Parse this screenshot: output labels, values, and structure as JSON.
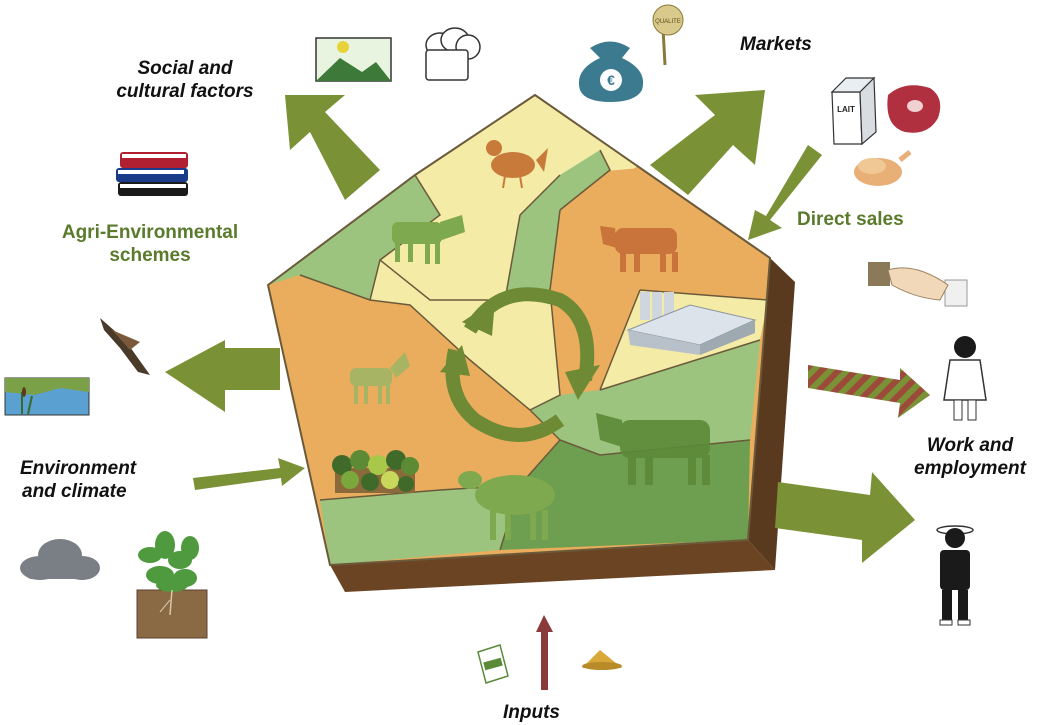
{
  "labels": {
    "social_line1": "Social and",
    "social_line2": "cultural factors",
    "markets": "Markets",
    "direct_sales": "Direct sales",
    "agri_line1": "Agri-Environmental",
    "agri_line2": "schemes",
    "env_line1": "Environment",
    "env_line2": "and climate",
    "work_line1": "Work and",
    "work_line2": "employment",
    "inputs": "Inputs",
    "milk_carton": "LAIT",
    "quality_tag": "QUALITE"
  },
  "colors": {
    "arrow_green": "#7a9136",
    "label_green": "#5a7a2c",
    "field_light_green": "#9cc47f",
    "field_orange": "#e9ad5d",
    "field_yellow": "#f4eba7",
    "field_dark_green": "#6e9e4f",
    "earth_brown": "#6b4423",
    "input_arrow": "#8a3a3a",
    "hatched_arrow": "#9c4a3a"
  },
  "icons": [
    "landscape-icon",
    "chef-hat-icon",
    "money-bag-icon",
    "quality-tag-icon",
    "milk-carton-icon",
    "meat-icon",
    "chicken-meat-icon",
    "handshake-icon",
    "books-icon",
    "bird-of-prey-icon",
    "wetland-icon",
    "cloud-icon",
    "plant-soil-icon",
    "worker-white-coat-icon",
    "farmer-icon",
    "seed-bag-icon",
    "grain-pile-icon",
    "hen-icon",
    "cow-icon",
    "bull-icon",
    "goat-icon",
    "sheep-icon",
    "big-cow-icon",
    "farm-building-icon",
    "hedgerow-trees-icon",
    "cycle-arrows-icon"
  ]
}
